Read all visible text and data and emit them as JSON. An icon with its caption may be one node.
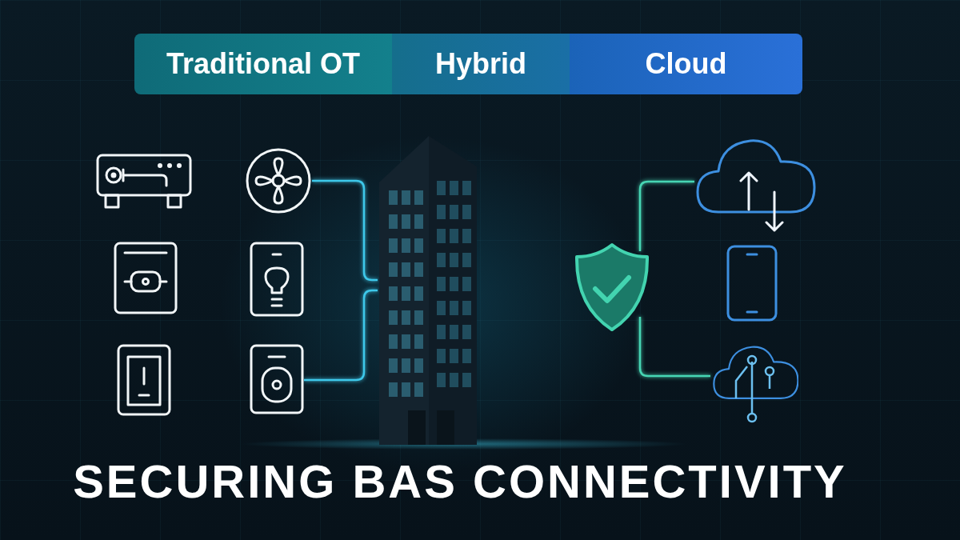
{
  "diagram": {
    "title": "SECURING BAS CONNECTIVITY",
    "nodes": [
      {
        "text": [
          "Traditional OT"
        ]
      },
      {
        "text": [
          "Hybrid"
        ]
      },
      {
        "text": [
          "Cloud"
        ]
      },
      {
        "text": [],
        "shape": "picture"
      },
      {
        "text": [],
        "shape": "picture"
      },
      {
        "text": [],
        "shape": "picture"
      },
      {
        "text": [],
        "shape": "picture"
      },
      {
        "text": [],
        "shape": "picture"
      },
      {
        "text": [],
        "shape": "picture"
      },
      {
        "text": [],
        "shape": "picture"
      },
      {
        "text": [],
        "shape": "picture"
      },
      {
        "text": [],
        "shape": "picture"
      },
      {
        "text": [],
        "shape": "picture"
      },
      {
        "text": [],
        "shape": "picture"
      }
    ],
    "edges": [
      {
        "from": 3,
        "to": 4,
        "arrow": "none"
      },
      {
        "from": 5,
        "to": 6,
        "arrow": "none"
      },
      {
        "from": 7,
        "to": 8,
        "arrow": "none"
      },
      {
        "from": 4,
        "to": 9,
        "arrow": "none"
      },
      {
        "from": 6,
        "to": 9,
        "arrow": "none"
      },
      {
        "from": 8,
        "to": 9,
        "arrow": "none"
      },
      {
        "from": 9,
        "to": 10,
        "arrow": "none"
      },
      {
        "from": 10,
        "to": 11,
        "arrow": "none",
        "color": "#46d6b4"
      },
      {
        "from": 10,
        "to": 12,
        "arrow": "none",
        "color": "#46d6b4"
      },
      {
        "from": 10,
        "to": 13,
        "arrow": "none",
        "color": "#46d6b4"
      }
    ]
  }
}
